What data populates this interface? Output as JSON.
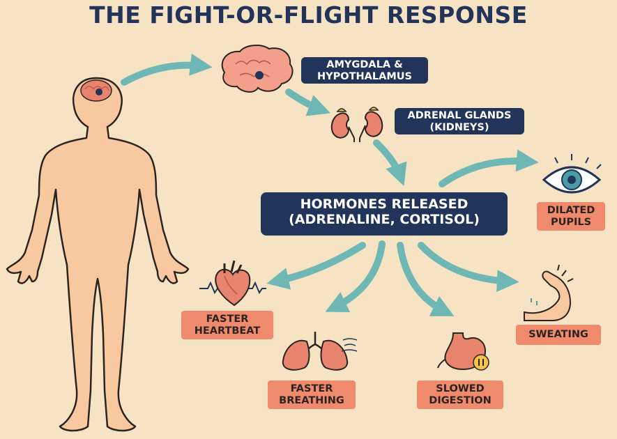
{
  "title": "THE FIGHT-OR-FLIGHT RESPONSE",
  "colors": {
    "background": "#f6e3c3",
    "navy": "#22345a",
    "coral": "#f08a6c",
    "arrow": "#6fb7b5",
    "body": "#f8c8a0",
    "organ": "#e8836e"
  },
  "nodes": {
    "brain": {
      "lines": [
        "AMYGDALA &",
        "HYPOTHALAMUS"
      ],
      "icon": "brain-icon"
    },
    "adrenal": {
      "lines": [
        "ADRENAL GLANDS",
        "(KIDNEYS)"
      ],
      "icon": "kidneys-icon"
    },
    "hormones": {
      "lines": [
        "HORMONES RELEASED",
        "(ADRENALINE, CORTISOL)"
      ]
    }
  },
  "effects": {
    "pupils": {
      "lines": [
        "DILATED",
        "PUPILS"
      ],
      "icon": "eye-icon"
    },
    "heartbeat": {
      "lines": [
        "FASTER",
        "HEARTBEAT"
      ],
      "icon": "heart-icon"
    },
    "breathing": {
      "lines": [
        "FASTER",
        "BREATHING"
      ],
      "icon": "lungs-icon"
    },
    "digestion": {
      "lines": [
        "SLOWED",
        "DIGESTION"
      ],
      "icon": "stomach-icon"
    },
    "sweating": {
      "lines": [
        "SWEATING"
      ],
      "icon": "flexed-arm-icon"
    }
  }
}
